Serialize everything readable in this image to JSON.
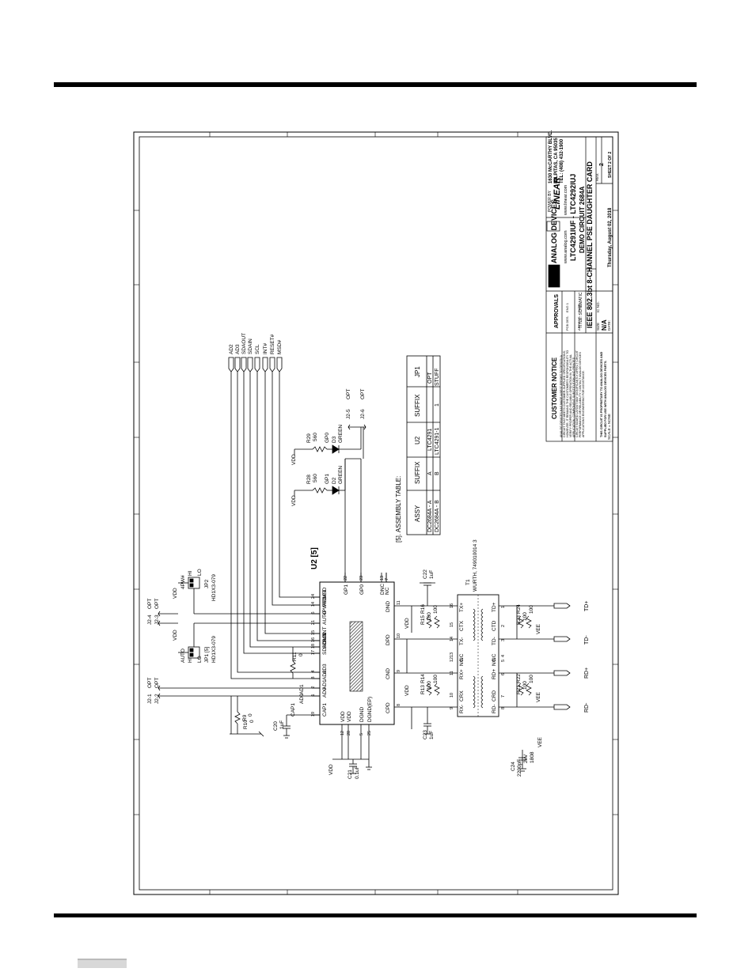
{
  "title_block": {
    "company_lines": [
      "1630 McCARTHY BLVD.",
      "MILPITAS, CA 95035",
      "TEL: (408) 432-1900"
    ],
    "logo_powered": "POWER BY",
    "logo_linear": "LINEAR",
    "logo_url": "www.linear.com",
    "logo_analog": "ANALOG DEVICES",
    "analog_url": "www.analog.com",
    "title_label": "TITLE: SCHEMATIC",
    "title_line1": "IEEE 802.3bt 8-CHANNEL PSE DAUGHTER CARD",
    "title_line2": "LTC4291IUF - LTC4292IUJ",
    "title_line3": "DEMO CIRCUIT 2684A",
    "size_label": "SIZE",
    "size_value": "N/A",
    "ic_label": "IC NO.",
    "rev_label": "REV.",
    "rev_value": "2",
    "date_label": "DATE:",
    "date_value": "Thursday, August 02, 2018",
    "sheet_label": "SHEET 2 OF 2",
    "scale_label": "SCALE = NONE",
    "approvals": "APPROVALS",
    "pcb_des": "PCB DES.",
    "app_eng": "APP ENG.",
    "eng_label": "ENG 1",
    "date_col": "DATE"
  },
  "customer_notice": {
    "heading": "CUSTOMER NOTICE",
    "lines": [
      "ANALOG DEVICES HAS MADE A BEST EFFORT TO DESIGN A",
      "CIRCUIT THAT MEETS CUSTOMER-SUPPLIED SPECIFICATIONS;",
      "HOWEVER, IT REMAINS THE CUSTOMER'S RESPONSIBILITY TO",
      "VERIFY PROPER AND RELIABLE OPERATION IN THE ACTUAL",
      "APPLICATION. COMPONENT SUBSTITUTION AND PRINTED",
      "CIRCUIT BOARD LAYOUT MAY SIGNIFICANTLY AFFECT CIRCUIT",
      "PERFORMANCE OR RELIABILITY. CONTACT ANALOG DEVICES",
      "APPLICATIONS ENGINEERING FOR ASSISTANCE."
    ],
    "footer_1": "THIS CIRCUIT IS PROPRIETARY TO ANALOG DEVICES AND",
    "footer_2": "SUPPLIED FOR USE WITH ANALOG DEVICES PARTS."
  },
  "assembly_table": {
    "caption": "[5]. ASSEMBLY TABLE:",
    "headers": [
      "ASSY",
      "SUFFIX",
      "U2",
      "SUFFIX",
      "JP1"
    ],
    "rows": [
      [
        "DC2684A - A",
        "A",
        "LTC4291",
        "",
        "OPT"
      ],
      [
        "DC2684A - B",
        "B",
        "LTC4291-1",
        "1",
        "STUFF"
      ]
    ]
  },
  "u2": {
    "ref": "U2  [5]",
    "left_pins": [
      {
        "num": "24",
        "name": "MSD"
      },
      {
        "num": "14",
        "name": "RESET"
      },
      {
        "num": "6",
        "name": "4PWRD"
      },
      {
        "num": "21",
        "name": "AUTO"
      },
      {
        "num": "15",
        "name": "INT"
      },
      {
        "num": "16",
        "name": "SCL"
      },
      {
        "num": "18",
        "name": "SDAIN"
      },
      {
        "num": "17",
        "name": "SDAOUT"
      },
      {
        "num": "4",
        "name": "AD3"
      },
      {
        "num": "3",
        "name": "AD2"
      },
      {
        "num": "2",
        "name": "AD1"
      },
      {
        "num": "1",
        "name": "AD0"
      },
      {
        "num": "19",
        "name": "CAP1"
      }
    ],
    "top_pins": [
      {
        "num": "22",
        "name": "GP1"
      },
      {
        "num": "23",
        "name": "GP0"
      },
      {
        "num": "13",
        "name": "DNC"
      },
      {
        "num": "7",
        "name": "NC"
      }
    ],
    "bottom_pins": [
      {
        "num": "12",
        "name": "VDD"
      },
      {
        "num": "20",
        "name": "VDD"
      },
      {
        "num": "5",
        "name": "DGND"
      },
      {
        "num": "25",
        "name": "DGND(EP)"
      }
    ],
    "right_pins": [
      {
        "num": "11",
        "name": "DND"
      },
      {
        "num": "10",
        "name": "DPD"
      },
      {
        "num": "9",
        "name": "CND"
      },
      {
        "num": "8",
        "name": "CPD"
      }
    ]
  },
  "transformer": {
    "ref": "T1",
    "part": "WURTH, 749010014 3",
    "left_pins": [
      {
        "num": "16",
        "name": "TX+"
      },
      {
        "num": "15",
        "name": "CTX"
      },
      {
        "num": "14",
        "name": "TX-"
      },
      {
        "num": "13",
        "name": "NC"
      },
      {
        "num": "12",
        "name": "NC"
      },
      {
        "num": "11",
        "name": "RX+"
      },
      {
        "num": "10",
        "name": "CRX"
      },
      {
        "num": "9",
        "name": "RX-"
      }
    ],
    "right_pins": [
      {
        "num": "1",
        "name": "TD+"
      },
      {
        "num": "2",
        "name": "CTD"
      },
      {
        "num": "3",
        "name": "TD-"
      },
      {
        "num": "4",
        "name": "NC"
      },
      {
        "num": "5",
        "name": "NC"
      },
      {
        "num": "6",
        "name": "RD+"
      },
      {
        "num": "7",
        "name": "CRD"
      },
      {
        "num": "8",
        "name": "RD-"
      }
    ]
  },
  "connectors": {
    "bus": [
      "AD2",
      "AD3",
      "SDAOUT",
      "SDAIN",
      "SCL",
      "INT#",
      "RESET#",
      "MSD#"
    ],
    "j2_pins": [
      {
        "label": "J2-4",
        "opt": "OPT"
      },
      {
        "label": "J2-3",
        "opt": "OPT"
      },
      {
        "label": "J2-1",
        "opt": "OPT"
      },
      {
        "label": "J2-2",
        "opt": "OPT"
      }
    ],
    "j25": "J2-5",
    "j26": "J2-6",
    "opt": "OPT",
    "outputs": [
      "TD+",
      "TD-",
      "RD+",
      "RD-"
    ]
  },
  "parts": {
    "r28": "R28",
    "r28_val": "560",
    "r29": "R29",
    "r29_val": "560",
    "d2": "D2",
    "d2_col": "GREEN",
    "gp1": "GP1",
    "d3": "D3",
    "d3_col": "GREEN",
    "gp0": "GP0",
    "vdd": "VDD",
    "vee": "VEE",
    "jp1": "JP1 [5]",
    "jp1_part": "HD1X3-079",
    "jp2": "JP2",
    "jp2_part": "HD1X3-079",
    "auto": "AUTO",
    "hi": "HI",
    "lo": "LO",
    "fourpw": "4PW#",
    "r9": "R9",
    "r10": "R10",
    "r11": "R11",
    "zero": "0",
    "c20": "C20",
    "c20_val": "1uF",
    "c21": "C21",
    "c21_val": "0.1uF",
    "c22": "C22",
    "c22_val": "1uF",
    "c23": "C23",
    "c23_val": "1uF",
    "c24": "C24",
    "c24_val": "2200pF",
    "c24_v": "2kV",
    "c24_pkg": "1808",
    "r13": "R13",
    "r14": "R14",
    "r15": "R15",
    "r16": "R16",
    "r21": "R21",
    "r22": "R22",
    "r23": "R23",
    "r24": "R24",
    "hundred": "100",
    "ad0": "AD0",
    "ad1": "AD1",
    "cap1": "CAP1"
  }
}
